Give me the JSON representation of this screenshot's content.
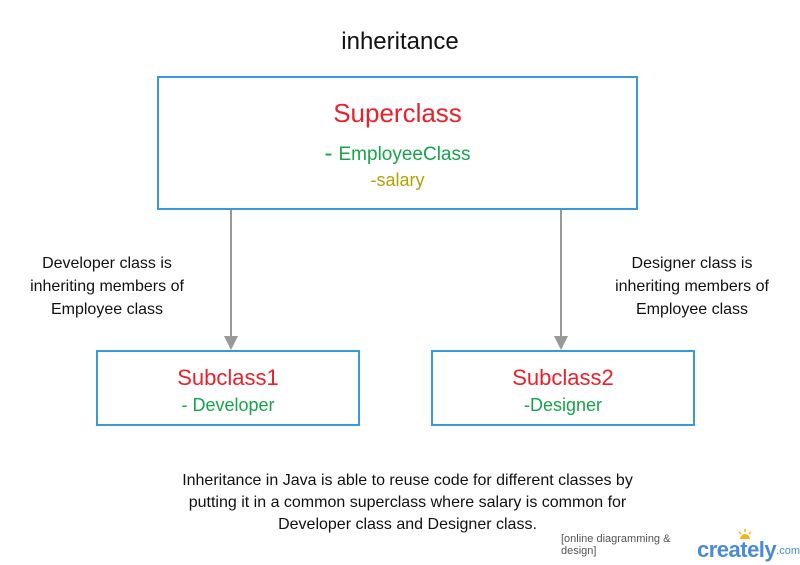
{
  "title": "inheritance",
  "superclass": {
    "name": "Superclass",
    "attr_dash": "-",
    "attr_class": "EmployeeClass",
    "attr_field": "-salary"
  },
  "subclass1": {
    "name": "Subclass1",
    "attr": "- Developer"
  },
  "subclass2": {
    "name": "Subclass2",
    "attr": "-Designer"
  },
  "notes": {
    "left": [
      "Developer class is",
      "inheriting members of",
      "Employee class"
    ],
    "right": [
      "Designer class is",
      "inheriting members of",
      "Employee class"
    ]
  },
  "footer": [
    "Inheritance in Java is able to reuse code for different classes by",
    "putting it in a common superclass where salary is common for",
    "Developer class and Designer class."
  ],
  "watermark": {
    "tagline": "[online diagramming & design]",
    "brand": "creately",
    "suffix": ".com"
  },
  "colors": {
    "box_border": "#3a9ad9",
    "class_name": "#e8212b",
    "attribute": "#17a34a",
    "field": "#b5a000",
    "arrow": "#999999",
    "brand": "#4a8bd6"
  }
}
